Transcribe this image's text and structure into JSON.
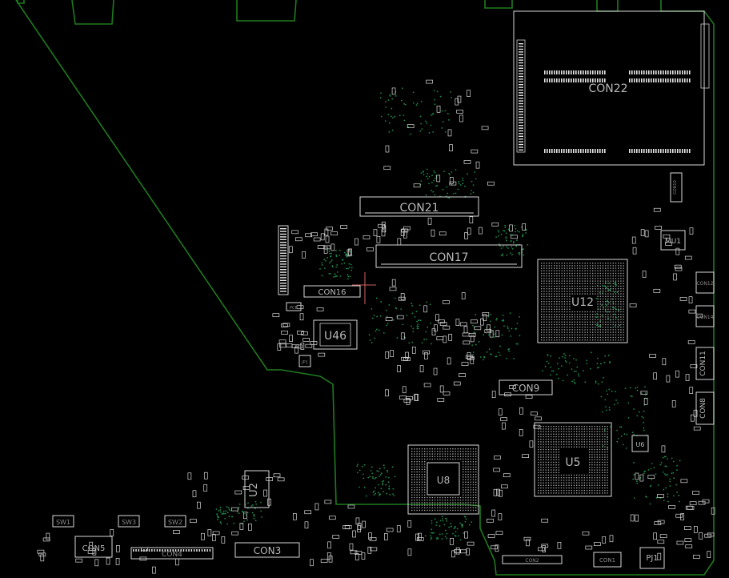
{
  "board": {
    "colors": {
      "background": "#000000",
      "outline": "#1f7a1f",
      "silkscreen": "#d8d8d8",
      "label": "#b8b8b8",
      "via": "#1e8a4a",
      "accent": "#d06060"
    }
  },
  "components": {
    "con22": "CON22",
    "con21": "CON21",
    "con17": "CON17",
    "con16": "CON16",
    "u12": "U12",
    "u46": "U46",
    "con9": "CON9",
    "u5": "U5",
    "u8": "U8",
    "u2": "U2",
    "u6": "U6",
    "mu1": "MU1",
    "con11": "CON11",
    "con8": "CON8",
    "con12": "CON12",
    "con14": "CON14",
    "con5": "CON5",
    "con4": "CON4",
    "con3": "CON3",
    "con1": "CON1",
    "pj1": "PJ1",
    "sw1": "SW1",
    "sw2": "SW2",
    "sw3": "SW3",
    "jp1": "JP1",
    "con2": "CON2",
    "con10": "CON10",
    "pcb": "PCB"
  }
}
